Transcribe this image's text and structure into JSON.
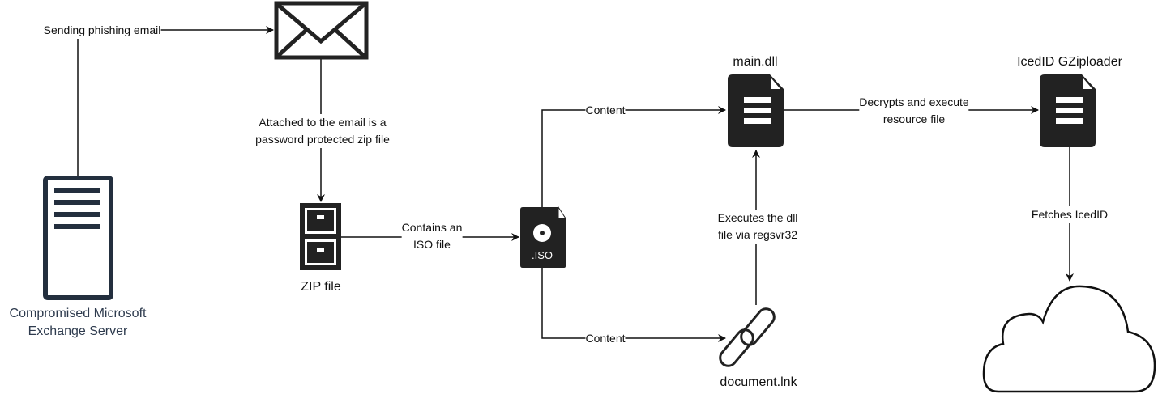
{
  "nodes": {
    "server": {
      "label_line1": "Compromised Microsoft",
      "label_line2": "Exchange Server",
      "icon": "server-icon"
    },
    "email": {
      "icon": "envelope-icon"
    },
    "zip": {
      "label": "ZIP file",
      "icon": "file-cabinet-icon"
    },
    "iso": {
      "badge": ".ISO",
      "icon": "iso-file-icon"
    },
    "main_dll": {
      "label": "main.dll",
      "icon": "document-icon"
    },
    "lnk": {
      "label": "document.lnk",
      "icon": "link-icon"
    },
    "gziploader": {
      "label": "IcedID GZiploader",
      "icon": "document-icon"
    },
    "cloud": {
      "icon": "cloud-icon"
    }
  },
  "edges": {
    "send": "Sending phishing email",
    "attached_line1": "Attached to the email is a",
    "attached_line2": "password protected zip file",
    "contains_line1": "Contains an",
    "contains_line2": "ISO file",
    "content_top": "Content",
    "content_bottom": "Content",
    "executes_line1": "Executes the dll",
    "executes_line2": "file via regsvr32",
    "decrypts_line1": "Decrypts and execute",
    "decrypts_line2": "resource file",
    "fetches": "Fetches IcedID"
  },
  "colors": {
    "icon": "#222222",
    "server": "#232f3e",
    "line": "#111111"
  }
}
